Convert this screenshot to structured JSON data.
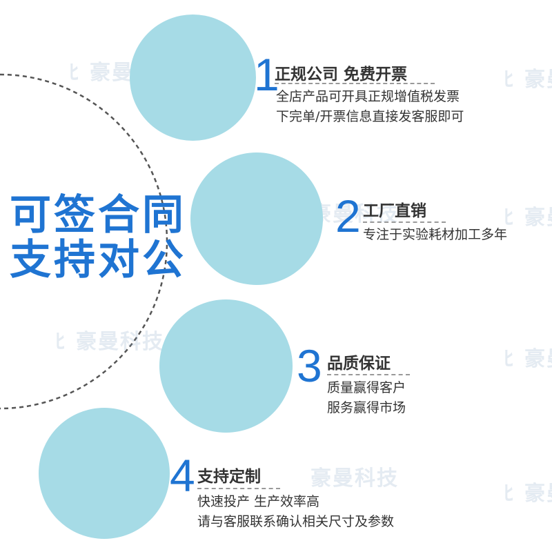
{
  "colors": {
    "circle": "#a6dbe6",
    "blue": "#1f74d2",
    "text": "#333333",
    "dash": "#555555",
    "rule": "#999999",
    "watermark": "#8aa6c6"
  },
  "headline": {
    "line1": "可签合同",
    "line2": "支持对公"
  },
  "watermark": {
    "text": "豪曼科技",
    "icon": "logo-icon"
  },
  "features": [
    {
      "number": "1",
      "title": "正规公司 免费开票",
      "lines": [
        "全店产品可开具正规增值税发票",
        "下完单/开票信息直接发客服即可"
      ]
    },
    {
      "number": "2",
      "title": "工厂直销",
      "lines": [
        "专注于实验耗材加工多年"
      ]
    },
    {
      "number": "3",
      "title": "品质保证",
      "lines": [
        "质量赢得客户",
        "服务赢得市场"
      ]
    },
    {
      "number": "4",
      "title": "支持定制",
      "lines": [
        "快速投产 生产效率高",
        "请与客服联系确认相关尺寸及参数"
      ]
    }
  ]
}
